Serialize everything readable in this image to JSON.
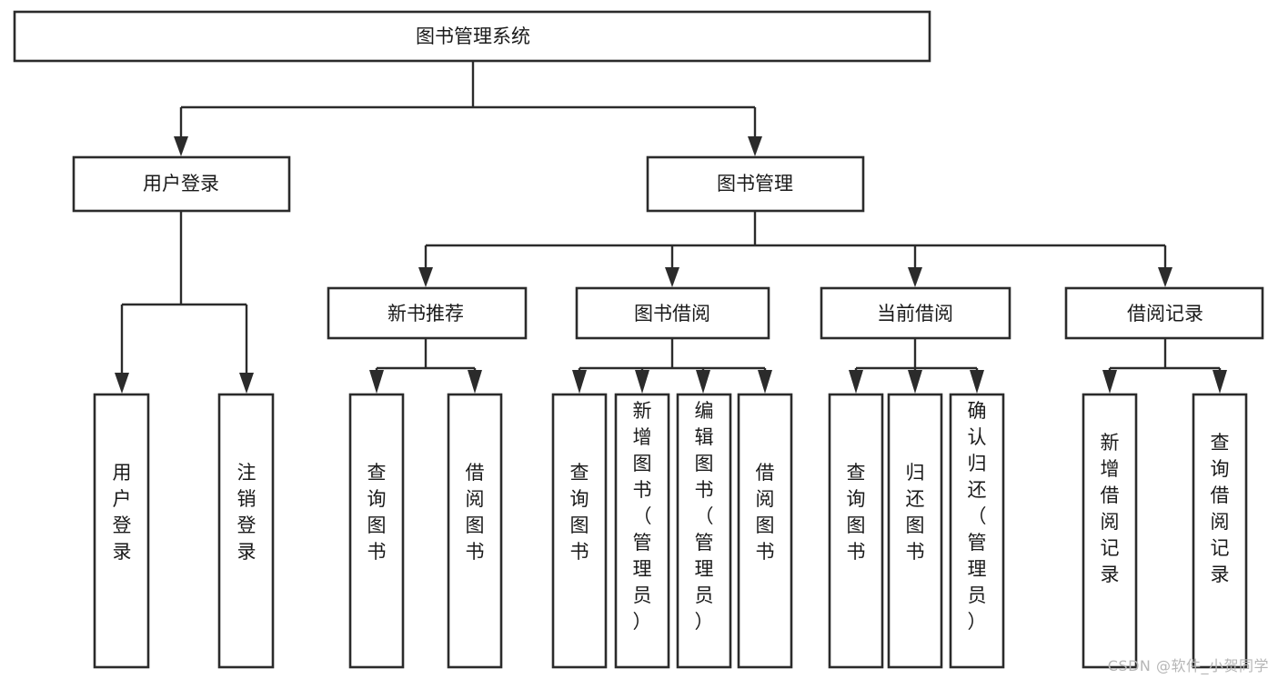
{
  "diagram": {
    "type": "tree",
    "title": "图书管理系统",
    "orientation": "top-down",
    "root": {
      "id": "root",
      "label": "图书管理系统",
      "text_orientation": "horizontal"
    },
    "level2": [
      {
        "id": "user-login",
        "label": "用户登录",
        "text_orientation": "horizontal"
      },
      {
        "id": "book-manage",
        "label": "图书管理",
        "text_orientation": "horizontal"
      }
    ],
    "level3": [
      {
        "id": "new-book-rec",
        "label": "新书推荐",
        "parent": "book-manage",
        "text_orientation": "horizontal"
      },
      {
        "id": "book-borrow",
        "label": "图书借阅",
        "parent": "book-manage",
        "text_orientation": "horizontal"
      },
      {
        "id": "current-borrow",
        "label": "当前借阅",
        "parent": "book-manage",
        "text_orientation": "horizontal"
      },
      {
        "id": "borrow-record",
        "label": "借阅记录",
        "parent": "book-manage",
        "text_orientation": "horizontal"
      }
    ],
    "leaves": [
      {
        "id": "leaf-user-login",
        "label": "用户登录",
        "parent": "user-login",
        "text_orientation": "vertical"
      },
      {
        "id": "leaf-logout",
        "label": "注销登录",
        "parent": "user-login",
        "text_orientation": "vertical"
      },
      {
        "id": "leaf-query-book-1",
        "label": "查询图书",
        "parent": "new-book-rec",
        "text_orientation": "vertical"
      },
      {
        "id": "leaf-borrow-book-1",
        "label": "借阅图书",
        "parent": "new-book-rec",
        "text_orientation": "vertical"
      },
      {
        "id": "leaf-query-book-2",
        "label": "查询图书",
        "parent": "book-borrow",
        "text_orientation": "vertical"
      },
      {
        "id": "leaf-add-book",
        "label": "新增图书（管理员）",
        "parent": "book-borrow",
        "text_orientation": "vertical"
      },
      {
        "id": "leaf-edit-book",
        "label": "编辑图书（管理员）",
        "parent": "book-borrow",
        "text_orientation": "vertical"
      },
      {
        "id": "leaf-borrow-book-2",
        "label": "借阅图书",
        "parent": "book-borrow",
        "text_orientation": "vertical"
      },
      {
        "id": "leaf-query-book-3",
        "label": "查询图书",
        "parent": "current-borrow",
        "text_orientation": "vertical"
      },
      {
        "id": "leaf-return-book",
        "label": "归还图书",
        "parent": "current-borrow",
        "text_orientation": "vertical"
      },
      {
        "id": "leaf-confirm-return",
        "label": "确认归还（管理员）",
        "parent": "current-borrow",
        "text_orientation": "vertical"
      },
      {
        "id": "leaf-add-record",
        "label": "新增借阅记录",
        "parent": "borrow-record",
        "text_orientation": "vertical"
      },
      {
        "id": "leaf-query-record",
        "label": "查询借阅记录",
        "parent": "borrow-record",
        "text_orientation": "vertical"
      }
    ],
    "colors": {
      "box_fill": "#ffffff",
      "box_stroke": "#2b2b2b",
      "line": "#2b2b2b",
      "text": "#1a1a1a",
      "background": "#ffffff",
      "watermark": "#b6b6b6"
    }
  },
  "watermark": {
    "text": "CSDN @软件_小贺同学"
  }
}
